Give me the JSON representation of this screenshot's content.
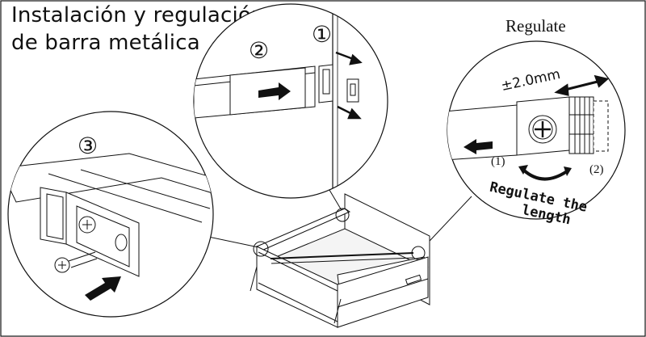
{
  "title": {
    "line1": "Instalación y regulación",
    "line2": "de barra metálica"
  },
  "regulate": {
    "heading": "Regulate",
    "tolerance": "±2.0mm",
    "step1": "(1)",
    "step2": "(2)",
    "caption_line1": "Regulate the",
    "caption_line2": "length"
  },
  "steps": {
    "one": "①",
    "two": "②",
    "three": "③"
  }
}
